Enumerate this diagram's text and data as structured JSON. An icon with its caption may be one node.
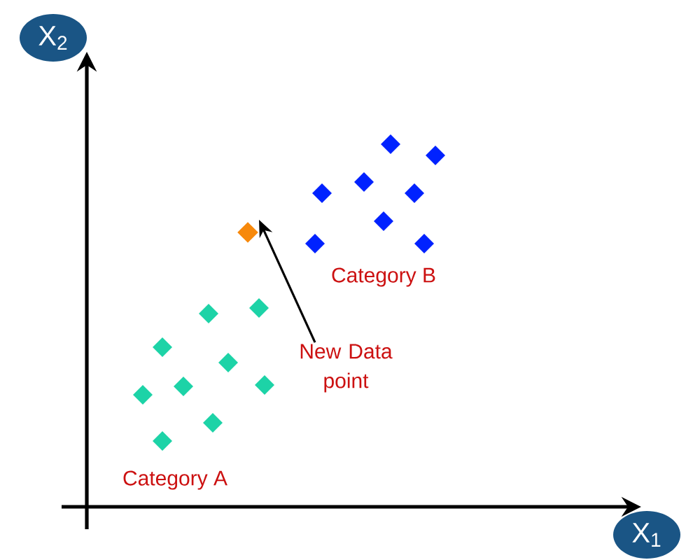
{
  "diagram": {
    "nodes": [
      {
        "text": [
          "X$_{2}$"
        ]
      },
      {
        "text": [
          "X$_{1}$"
        ]
      },
      {
        "text": [],
        "shape": "diamond"
      },
      {
        "text": [
          "New Data point"
        ]
      }
    ],
    "edges": [
      {
        "from": 3,
        "to": 2,
        "arrow": "to"
      }
    ],
    "labels": [
      "Category B",
      "Category A"
    ]
  }
}
